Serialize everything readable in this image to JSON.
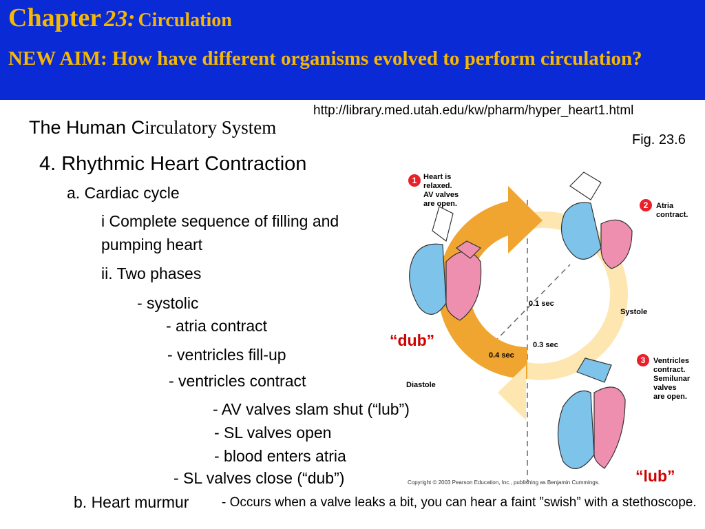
{
  "header": {
    "chapter_word": "Chapter",
    "chapter_number": "23:",
    "chapter_topic": "Circulation",
    "aim": "NEW AIM: How have different organisms evolved to perform circulation?"
  },
  "url": "http://library.med.utah.edu/kw/pharm/hyper_heart1.html",
  "fig_ref": "Fig. 23.6",
  "section": {
    "prefix": "The Human C",
    "rest": "irculatory System"
  },
  "outline": {
    "point4": "4. Rhythmic Heart Contraction",
    "a": "a. Cardiac cycle",
    "i": "i Complete sequence of filling and",
    "i_cont": "pumping heart",
    "ii": "ii. Two phases",
    "systolic": "- systolic",
    "atria": "- atria contract",
    "vent_fill": "- ventricles fill-up",
    "vent_contract": "- ventricles contract",
    "av_shut": "- AV valves slam shut (“lub”)",
    "sl_open": "- SL valves open",
    "blood": "- blood enters atria",
    "sl_close": "- SL valves close (“dub”)",
    "b": "b. Heart murmur",
    "murmur_desc": "- Occurs when a valve leaks a bit, you can hear a faint ”swish” with a stethoscope."
  },
  "sounds": {
    "dub": "“dub”",
    "lub": "“lub”"
  },
  "diagram": {
    "step1_num": "1",
    "step1_text": [
      "Heart is",
      "relaxed.",
      "AV valves",
      "are open."
    ],
    "step2_num": "2",
    "step2_text": [
      "Atria",
      "contract."
    ],
    "step3_num": "3",
    "step3_text": [
      "Ventricles",
      "contract.",
      "Semilunar",
      "valves",
      "are open."
    ],
    "t01": "0.1 sec",
    "t03": "0.3 sec",
    "t04": "0.4 sec",
    "systole": "Systole",
    "diastole": "Diastole",
    "copyright": "Copyright © 2003 Pearson Education, Inc., publishing as Benjamin Cummings."
  },
  "colors": {
    "header_bg": "#0a2ad6",
    "header_text": "#f5b800",
    "sound_text": "#d00000",
    "diastole_arrow": "#f0a531",
    "systole_arrow": "#fde6b0",
    "blood_blue": "#7ec3ea",
    "blood_pink": "#ef8fb0",
    "step_badge": "#e8202a"
  }
}
